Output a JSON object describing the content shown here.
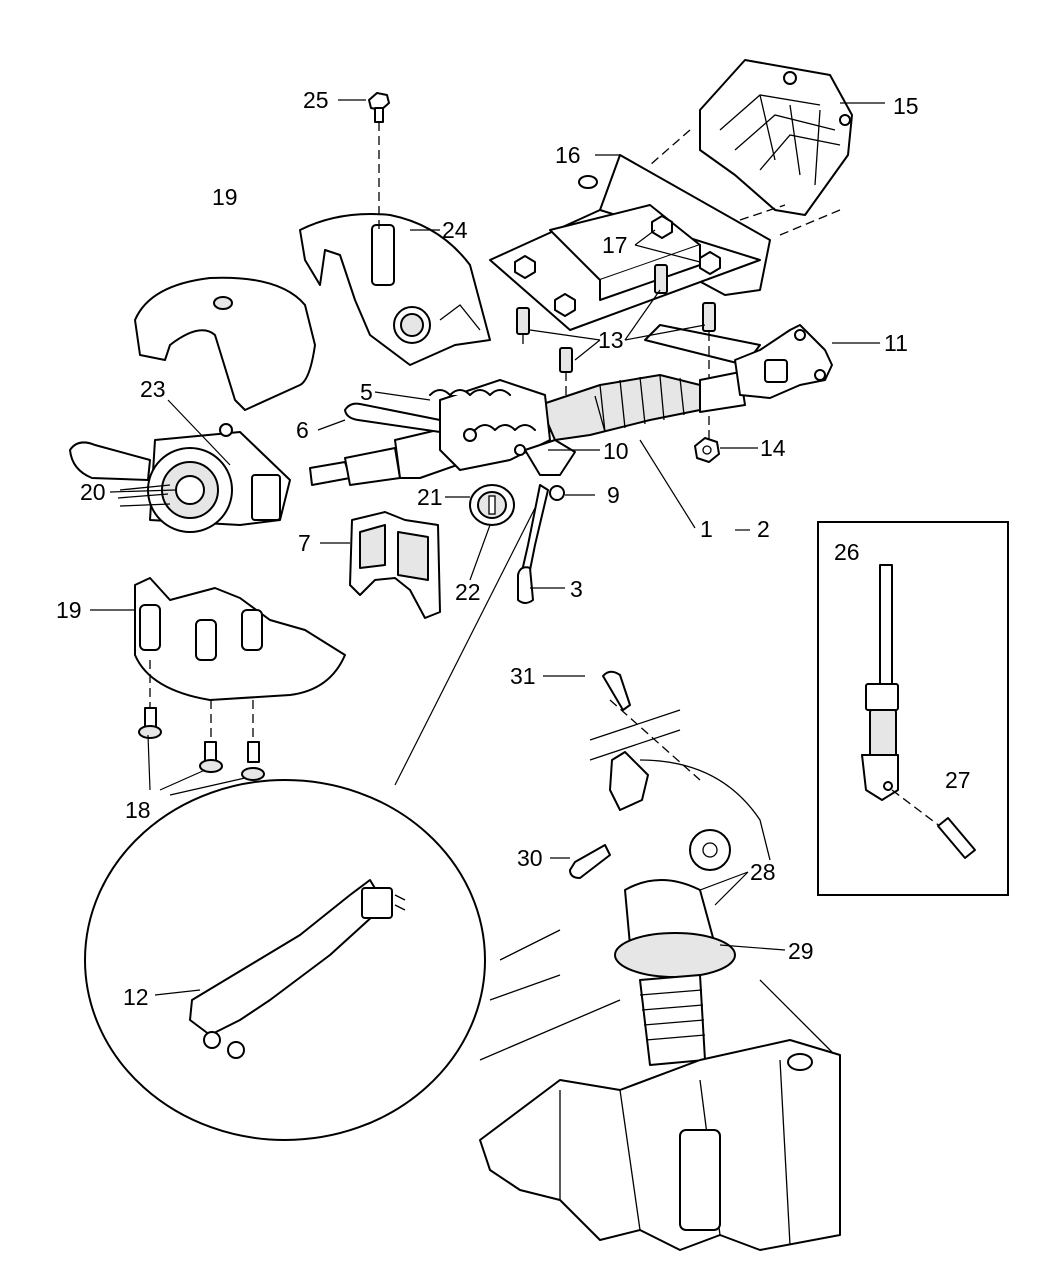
{
  "callouts": [
    {
      "id": "c1",
      "text": "1"
    },
    {
      "id": "c2",
      "text": "2"
    },
    {
      "id": "c3",
      "text": "3"
    },
    {
      "id": "c5",
      "text": "5"
    },
    {
      "id": "c6",
      "text": "6"
    },
    {
      "id": "c7",
      "text": "7"
    },
    {
      "id": "c9",
      "text": "9"
    },
    {
      "id": "c10",
      "text": "10"
    },
    {
      "id": "c11",
      "text": "11"
    },
    {
      "id": "c12",
      "text": "12"
    },
    {
      "id": "c13",
      "text": "13"
    },
    {
      "id": "c14",
      "text": "14"
    },
    {
      "id": "c15",
      "text": "15"
    },
    {
      "id": "c16",
      "text": "16"
    },
    {
      "id": "c17",
      "text": "17"
    },
    {
      "id": "c18",
      "text": "18"
    },
    {
      "id": "c19a",
      "text": "19"
    },
    {
      "id": "c19b",
      "text": "19"
    },
    {
      "id": "c20",
      "text": "20"
    },
    {
      "id": "c21",
      "text": "21"
    },
    {
      "id": "c22",
      "text": "22"
    },
    {
      "id": "c23",
      "text": "23"
    },
    {
      "id": "c24",
      "text": "24"
    },
    {
      "id": "c25",
      "text": "25"
    },
    {
      "id": "c26",
      "text": "26"
    },
    {
      "id": "c27",
      "text": "27"
    },
    {
      "id": "c28",
      "text": "28"
    },
    {
      "id": "c29",
      "text": "29"
    },
    {
      "id": "c30",
      "text": "30"
    },
    {
      "id": "c31",
      "text": "31"
    }
  ]
}
